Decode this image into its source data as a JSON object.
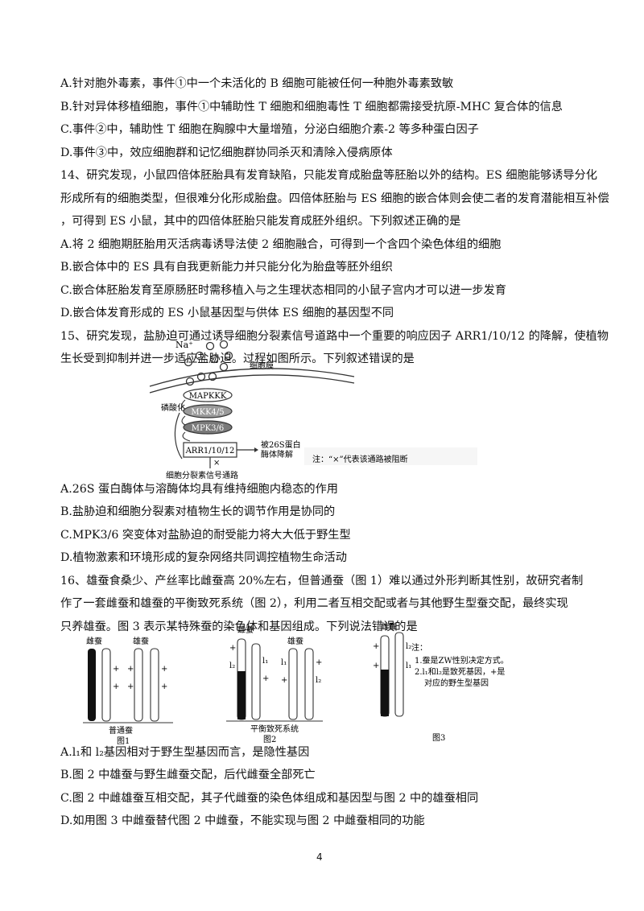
{
  "lines": [
    "A.针对胞外毒素，事件①中一个未活化的 B 细胞可能被任何一种胞外毒素致敏",
    "B.针对异体移植细胞，事件①中辅助性 T 细胞和细胞毒性 T 细胞都需接受抗原-MHC 复合体的信息",
    "C.事件②中，辅助性 T 细胞在胸腺中大量增殖，分泌白细胞介素-2 等多种蛋白因子",
    "D.事件③中，效应细胞群和记忆细胞群协同杀灭和清除入侵病原体",
    "14、研究发现，小鼠四倍体胚胎具有发育缺陷，只能发育成胎盘等胚胎以外的结构。ES 细胞能够诱导分化",
    "形成所有的细胞类型，但很难分化形成胎盘。四倍体胚胎与 ES 细胞的嵌合体则会使二者的发育潜能相互补偿",
    "，可得到 ES 小鼠，其中的四倍体胚胎只能发育成胚外组织。下列叙述正确的是",
    "A.将 2 细胞期胚胎用灭活病毒诱导法使 2 细胞融合，可得到一个含四个染色体组的细胞",
    "B.嵌合体中的 ES 具有自我更新能力并只能分化为胎盘等胚外组织",
    "C.嵌合体胚胎发育至原肠胚时需移植入与之生理状态相同的小鼠子宫内才可以进一步发育",
    "D.嵌合体发育形成的 ES 小鼠基因型与供体 ES 细胞的基因型不同",
    "15、研究发现，盐胁迫可通过诱导细胞分裂素信号道路中一个重要的响应因子 ARR1/10/12 的降解，使植物",
    "生长受到抑制并进一步适应盐胁迫。过程如图所示。下列叙述错误的是"
  ],
  "lines2": [
    "A.26S 蛋白酶体与溶酶体均具有维持细胞内稳态的作用",
    "B.盐胁迫和细胞分裂素对植物生长的调节作用是协同的",
    "C.MPK3/6 突变体对盐胁迫的耐受能力将大大低于野生型",
    "D.植物激素和环境形成的复杂网络共同调控植物生命活动",
    "16、雄蚕食桑少、产丝率比雌蚕高 20%左右，但普通蚕（图 1）难以通过外形判断其性别，故研究者制",
    "作了一套雌蚕和雄蚕的平衡致死系统（图 2），利用二者互相交配或者与其他野生型蚕交配，最终实现",
    "只养雄蚕。图 3 表示某特殊蚕的染色体和基因组成。下列说法错误的是"
  ],
  "lines3": [
    "A.l₁和 l₂基因相对于野生型基因而言，是隐性基因",
    "B.图 2 中雄蚕与野生雌蚕交配，后代雌蚕全部死亡",
    "C.图 2 中雌雄蚕互相交配，其子代雌蚕的染色体组成和基因型与图 2 中的雄蚕相同",
    "D.如用图 3 中雌蚕替代图 2 中雌蚕，不能实现与图 2 中雌蚕相同的功能"
  ],
  "fig15": {
    "na": "Na⁺",
    "membrane": "细胞膜",
    "phos": "磷酸化",
    "k1": "MAPKKK",
    "k2": "MKK4/5",
    "k3": "MPK3/6",
    "arr": "ARR1/10/12",
    "deg1": "被26S蛋白",
    "deg2": "酶体降解",
    "x": "×",
    "pathway": "细胞分裂素信号通路",
    "note": "注：“×”代表该通路被阻断"
  },
  "fig16": {
    "f1_female": "雌蚕",
    "f1_male": "雄蚕",
    "f1_label": "普通蚕",
    "f1_cap": "图1",
    "f2_female": "雌蚕",
    "f2_male": "雄蚕",
    "f2_label": "平衡致死系统",
    "f2_cap": "图2",
    "f3_female": "雌蚕",
    "f3_cap": "图3",
    "plus": "+",
    "l1": "l₁",
    "l2": "l₂",
    "note_title": "注：",
    "note1": "1.蚕是ZW性别决定方式。",
    "note2": "2.l₁和l₂是致死基因，+是",
    "note3": "对应的野生型基因"
  },
  "page_number": "4"
}
